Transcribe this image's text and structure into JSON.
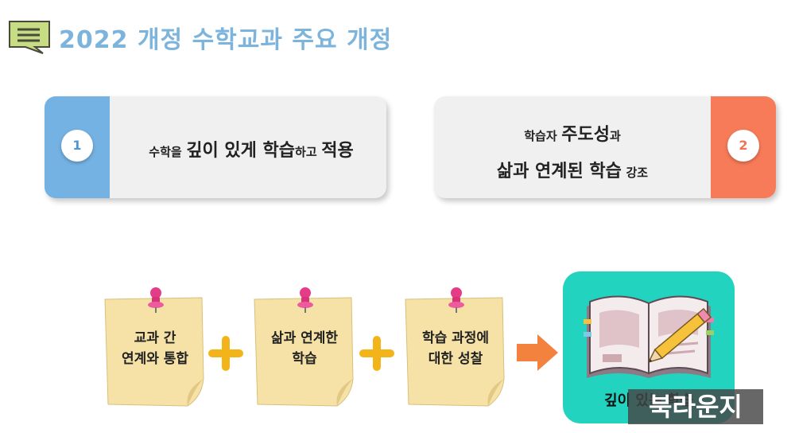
{
  "title": "2022 개정 수학교과 주요 개정",
  "cards": [
    {
      "number": "1",
      "text_small_1": "수학을",
      "text_big_1": "깊이 있게 학습",
      "text_small_2": "하고",
      "text_big_2": "적용",
      "tab_color": "#74b2e3"
    },
    {
      "number": "2",
      "line1_small_1": "학습자",
      "line1_big": "주도성",
      "line1_small_2": "과",
      "line2_big": "삶과 연계된 학습",
      "line2_small": "강조",
      "tab_color": "#f77b58"
    }
  ],
  "notes": [
    {
      "line1": "교과 간",
      "line2": "연계와 통합"
    },
    {
      "line1": "삶과 연계한",
      "line2": "학습"
    },
    {
      "line1": "학습 과정에",
      "line2": "대한 성찰"
    }
  ],
  "result": {
    "caption": "깊이 있는 학습"
  },
  "watermark": "북라운지",
  "icons": {
    "title": "speech-bubble-list-icon",
    "pin": "pushpin-icon",
    "plus": "plus-icon",
    "arrow": "arrow-right-icon",
    "book": "open-book-pencil-icon"
  }
}
